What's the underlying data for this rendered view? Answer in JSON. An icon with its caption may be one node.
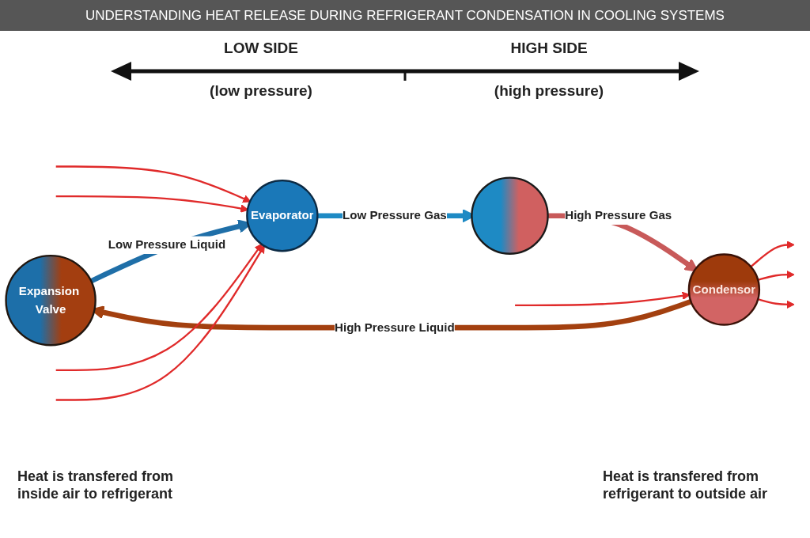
{
  "diagram": {
    "title": "UNDERSTANDING HEAT RELEASE DURING REFRIGERANT CONDENSATION IN COOLING SYSTEMS",
    "nodes": [
      {
        "text": [
          "Expansion Valve"
        ]
      },
      {
        "text": [
          "Evaporator"
        ]
      },
      {
        "text": [
          "Condensor"
        ]
      },
      {
        "text": [],
        "shape": "circle"
      }
    ],
    "edges": [
      {
        "from": 0,
        "to": 1,
        "arrow": "to",
        "label": "Low Pressure Liquid",
        "style": "thick",
        "color": "#1f6fa8"
      },
      {
        "from": 1,
        "to": 3,
        "arrow": "to",
        "label": "Low Pressure Gas",
        "style": "thick",
        "color": "#1e8ac4"
      },
      {
        "from": 3,
        "to": 2,
        "arrow": "to",
        "label": "High Pressure Gas",
        "style": "thick",
        "color": "#c85a5a"
      },
      {
        "from": 2,
        "to": 0,
        "arrow": "to",
        "label": "High Pressure Liquid",
        "style": "thick",
        "color": "#a3400f"
      },
      {
        "from": null,
        "to": 1,
        "arrow": "to"
      },
      {
        "from": null,
        "to": 1,
        "arrow": "to"
      },
      {
        "from": null,
        "to": 1,
        "arrow": "to"
      },
      {
        "from": null,
        "to": 1,
        "arrow": "to"
      },
      {
        "from": 2,
        "to": null,
        "arrow": "to"
      },
      {
        "from": 2,
        "to": null,
        "arrow": "to"
      },
      {
        "from": 2,
        "to": null,
        "arrow": "to"
      },
      {
        "from": null,
        "to": 2,
        "arrow": "to"
      }
    ],
    "labels": [
      "LOW SIDE",
      "HIGH SIDE",
      "(low pressure)",
      "(high pressure)",
      "Heat is transfered from inside air to refrigerant",
      "Heat is transfered from refrigerant to outside air"
    ]
  }
}
